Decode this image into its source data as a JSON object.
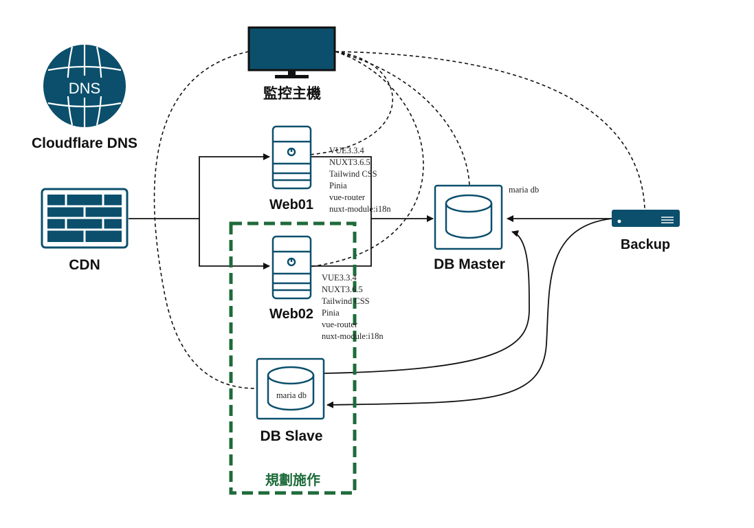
{
  "colors": {
    "accent": "#0b4f6c",
    "plan_green": "#1e6b3a",
    "line": "#111111"
  },
  "monitor": {
    "label": "監控主機",
    "icon": "monitor-icon"
  },
  "dns": {
    "label": "Cloudflare DNS",
    "icon_text": "DNS",
    "icon": "globe-icon"
  },
  "cdn": {
    "label": "CDN",
    "icon": "firewall-icon"
  },
  "web01": {
    "label": "Web01",
    "icon": "server-icon",
    "stack": [
      "VUE3.3.4",
      "NUXT3.6.5",
      "Tailwind CSS",
      "Pinia",
      "vue-router",
      "nuxt-module:i18n"
    ]
  },
  "web02": {
    "label": "Web02",
    "icon": "server-icon",
    "stack": [
      "VUE3.3.4",
      "NUXT3.6.5",
      "Tailwind CSS",
      "Pinia",
      "vue-router",
      "nuxt-module:i18n"
    ]
  },
  "db_master": {
    "label": "DB Master",
    "engine": "maria db",
    "icon": "database-icon"
  },
  "db_slave": {
    "label": "DB Slave",
    "engine": "maria db",
    "icon": "database-icon"
  },
  "backup": {
    "label": "Backup",
    "icon": "rack-server-icon"
  },
  "plan_area": {
    "label": "規劃施作"
  }
}
